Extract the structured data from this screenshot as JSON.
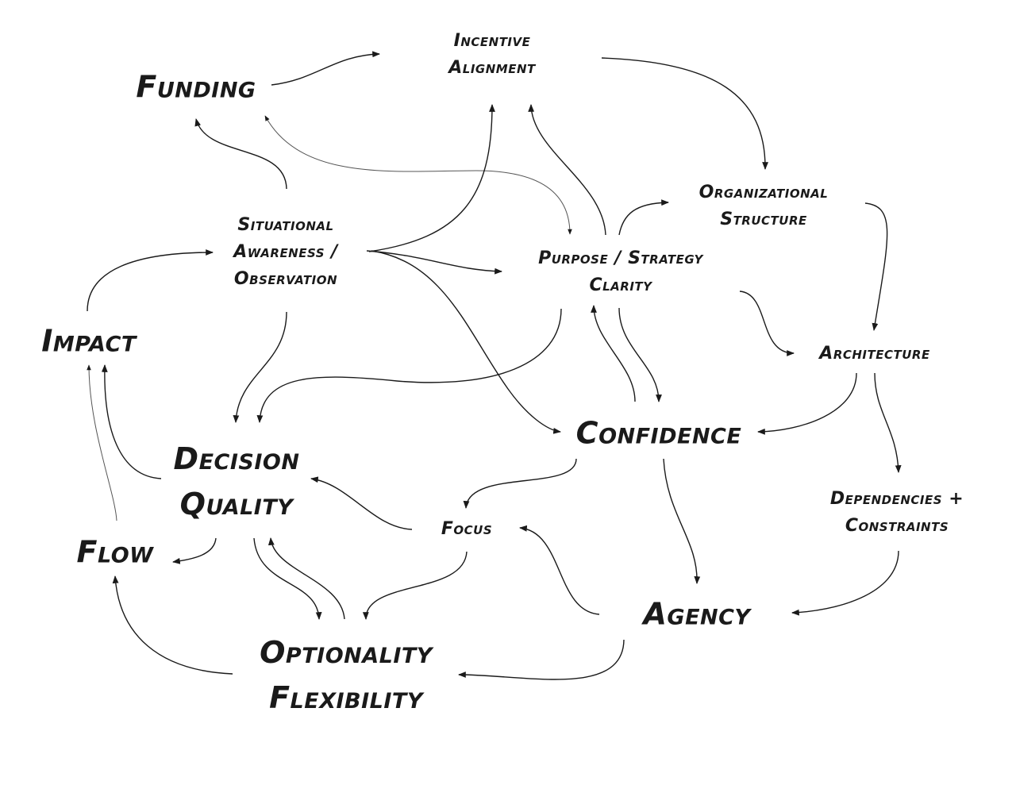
{
  "diagram": {
    "title": "",
    "nodes": [
      {
        "id": "funding",
        "lines": [
          "Funding"
        ],
        "size": "lg"
      },
      {
        "id": "incentive",
        "lines": [
          "Incentive",
          "Alignment"
        ],
        "size": "sm"
      },
      {
        "id": "org",
        "lines": [
          "Organizational",
          "Structure"
        ],
        "size": "sm"
      },
      {
        "id": "situational",
        "lines": [
          "Situational",
          "Awareness /",
          "Observation"
        ],
        "size": "sm"
      },
      {
        "id": "purpose",
        "lines": [
          "Purpose / Strategy",
          "Clarity"
        ],
        "size": "sm"
      },
      {
        "id": "impact",
        "lines": [
          "Impact"
        ],
        "size": "lg"
      },
      {
        "id": "architecture",
        "lines": [
          "Architecture"
        ],
        "size": "sm"
      },
      {
        "id": "confidence",
        "lines": [
          "Confidence"
        ],
        "size": "lg"
      },
      {
        "id": "decision",
        "lines": [
          "Decision",
          "Quality"
        ],
        "size": "lg"
      },
      {
        "id": "dependencies",
        "lines": [
          "Dependencies +",
          "Constraints"
        ],
        "size": "sm"
      },
      {
        "id": "focus",
        "lines": [
          "Focus"
        ],
        "size": "sm"
      },
      {
        "id": "flow",
        "lines": [
          "Flow"
        ],
        "size": "lg"
      },
      {
        "id": "agency",
        "lines": [
          "Agency"
        ],
        "size": "lg"
      },
      {
        "id": "optionality",
        "lines": [
          "Optionality",
          "Flexibility"
        ],
        "size": "lg"
      }
    ],
    "edges": [
      {
        "from": "funding",
        "to": "incentive"
      },
      {
        "from": "incentive",
        "to": "org"
      },
      {
        "from": "situational",
        "to": "funding"
      },
      {
        "from": "funding",
        "to": "purpose",
        "bidirectional": true
      },
      {
        "from": "situational",
        "to": "incentive"
      },
      {
        "from": "purpose",
        "to": "incentive"
      },
      {
        "from": "purpose",
        "to": "org"
      },
      {
        "from": "situational",
        "to": "purpose"
      },
      {
        "from": "situational",
        "to": "confidence"
      },
      {
        "from": "impact",
        "to": "situational"
      },
      {
        "from": "situational",
        "to": "decision"
      },
      {
        "from": "purpose",
        "to": "decision"
      },
      {
        "from": "purpose",
        "to": "architecture"
      },
      {
        "from": "org",
        "to": "architecture"
      },
      {
        "from": "confidence",
        "to": "purpose"
      },
      {
        "from": "purpose",
        "to": "confidence"
      },
      {
        "from": "architecture",
        "to": "confidence"
      },
      {
        "from": "architecture",
        "to": "dependencies"
      },
      {
        "from": "decision",
        "to": "impact"
      },
      {
        "from": "flow",
        "to": "impact"
      },
      {
        "from": "confidence",
        "to": "focus"
      },
      {
        "from": "focus",
        "to": "decision"
      },
      {
        "from": "confidence",
        "to": "agency"
      },
      {
        "from": "dependencies",
        "to": "agency"
      },
      {
        "from": "agency",
        "to": "focus"
      },
      {
        "from": "decision",
        "to": "flow"
      },
      {
        "from": "decision",
        "to": "optionality"
      },
      {
        "from": "optionality",
        "to": "decision"
      },
      {
        "from": "focus",
        "to": "optionality"
      },
      {
        "from": "agency",
        "to": "optionality"
      },
      {
        "from": "optionality",
        "to": "flow"
      }
    ]
  }
}
